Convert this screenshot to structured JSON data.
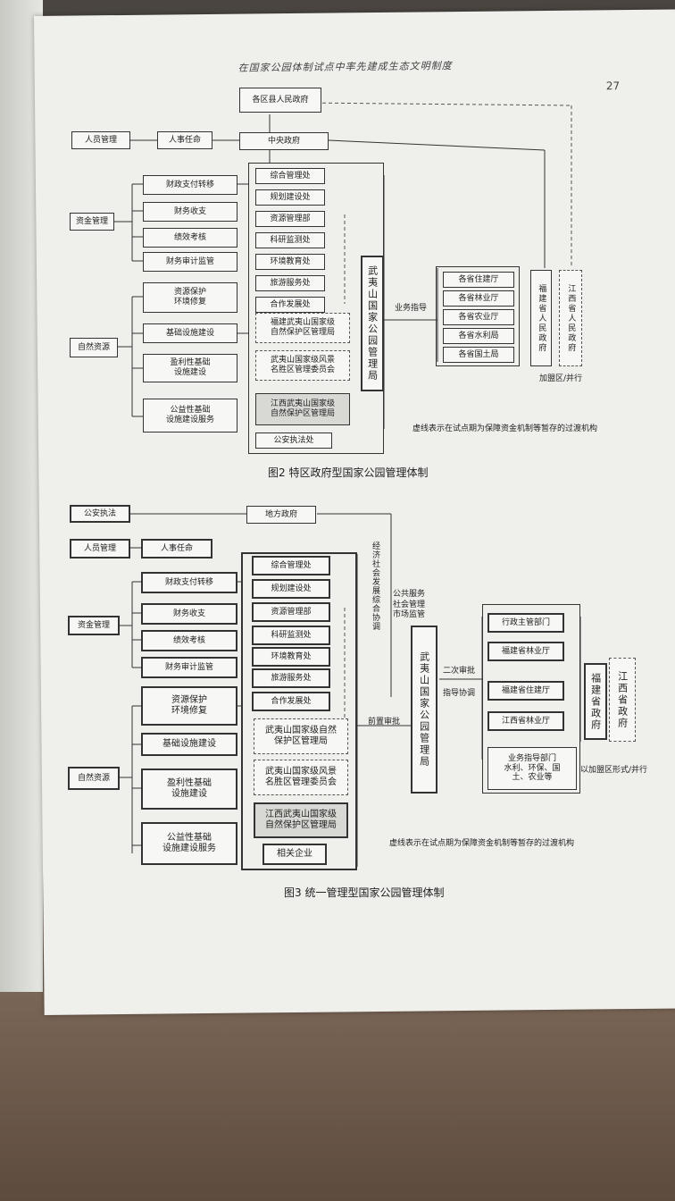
{
  "header": {
    "title": "在国家公园体制试点中率先建成生态文明制度",
    "page_number": "27"
  },
  "fig2": {
    "top_gov": "各区县人民政府",
    "personnel_mgmt": "人员管理",
    "personnel_appoint": "人事任命",
    "central_gov": "中央政府",
    "fund_mgmt": "资金管理",
    "natural_res": "自然资源",
    "fund_items": [
      "财政支付转移",
      "财务收支",
      "绩效考核",
      "财务审计监管"
    ],
    "res_items": [
      "资源保护\n环境修复",
      "基础设施建设",
      "盈利性基础\n设施建设",
      "公益性基础\n设施建设服务"
    ],
    "depts": [
      "综合管理处",
      "规划建设处",
      "资源管理部",
      "科研监测处",
      "环境教育处",
      "旅游服务处",
      "合作发展处"
    ],
    "sub_orgs": [
      "福建武夷山国家级\n自然保护区管理局",
      "武夷山国家级风景\n名胜区管理委员会",
      "江西武夷山国家级\n自然保护区管理局"
    ],
    "police": "公安执法处",
    "park_admin": "武夷山国家公园管理局",
    "guidance": "业务指导",
    "prov_depts": [
      "各省住建厅",
      "各省林业厅",
      "各省农业厅",
      "各省水利局",
      "各省国土局"
    ],
    "fujian_gov": "福建省人民政府",
    "jiangxi_gov": "江西省人民政府",
    "join_note": "加盟区/并行",
    "dashed_note": "虚线表示在试点期为保障资金机制等暂存的过渡机构",
    "caption": "图2   特区政府型国家公园管理体制"
  },
  "fig3": {
    "police": "公安执法",
    "local_gov": "地方政府",
    "personnel_mgmt": "人员管理",
    "personnel_appoint": "人事任命",
    "fund_mgmt": "资金管理",
    "natural_res": "自然资源",
    "fund_items": [
      "财政支付转移",
      "财务收支",
      "绩效考核",
      "财务审计监管"
    ],
    "res_items": [
      "资源保护\n环境修复",
      "基础设施建设",
      "盈利性基础\n设施建设",
      "公益性基础\n设施建设服务"
    ],
    "depts": [
      "综合管理处",
      "规划建设处",
      "资源管理部",
      "科研监测处",
      "环境教育处",
      "旅游服务处",
      "合作发展处"
    ],
    "sub_orgs": [
      "武夷山国家级自然\n保护区管理局",
      "武夷山国家级风景\n名胜区管理委员会",
      "江西武夷山国家级\n自然保护区管理局"
    ],
    "company": "相关企业",
    "econ_coord": "经济社会发展综合协调",
    "public_service": "公共服务\n社会管理\n市场监管",
    "park_admin": "武夷山国家公园管理局",
    "pre_approval": "前置审批",
    "second_approval": "二次审批",
    "guide_coord": "指导协调",
    "right_items": [
      "行政主管部门",
      "福建省林业厅",
      "福建省住建厅",
      "江西省林业厅",
      "业务指导部门\n水利、环保、国\n土、农业等"
    ],
    "fujian_gov": "福建省政府",
    "jiangxi_gov": "江西省政府",
    "join_note": "以加盟区形式/并行",
    "dashed_note": "虚线表示在试点期为保障资金机制等暂存的过渡机构",
    "caption": "图3   统一管理型国家公园管理体制"
  }
}
